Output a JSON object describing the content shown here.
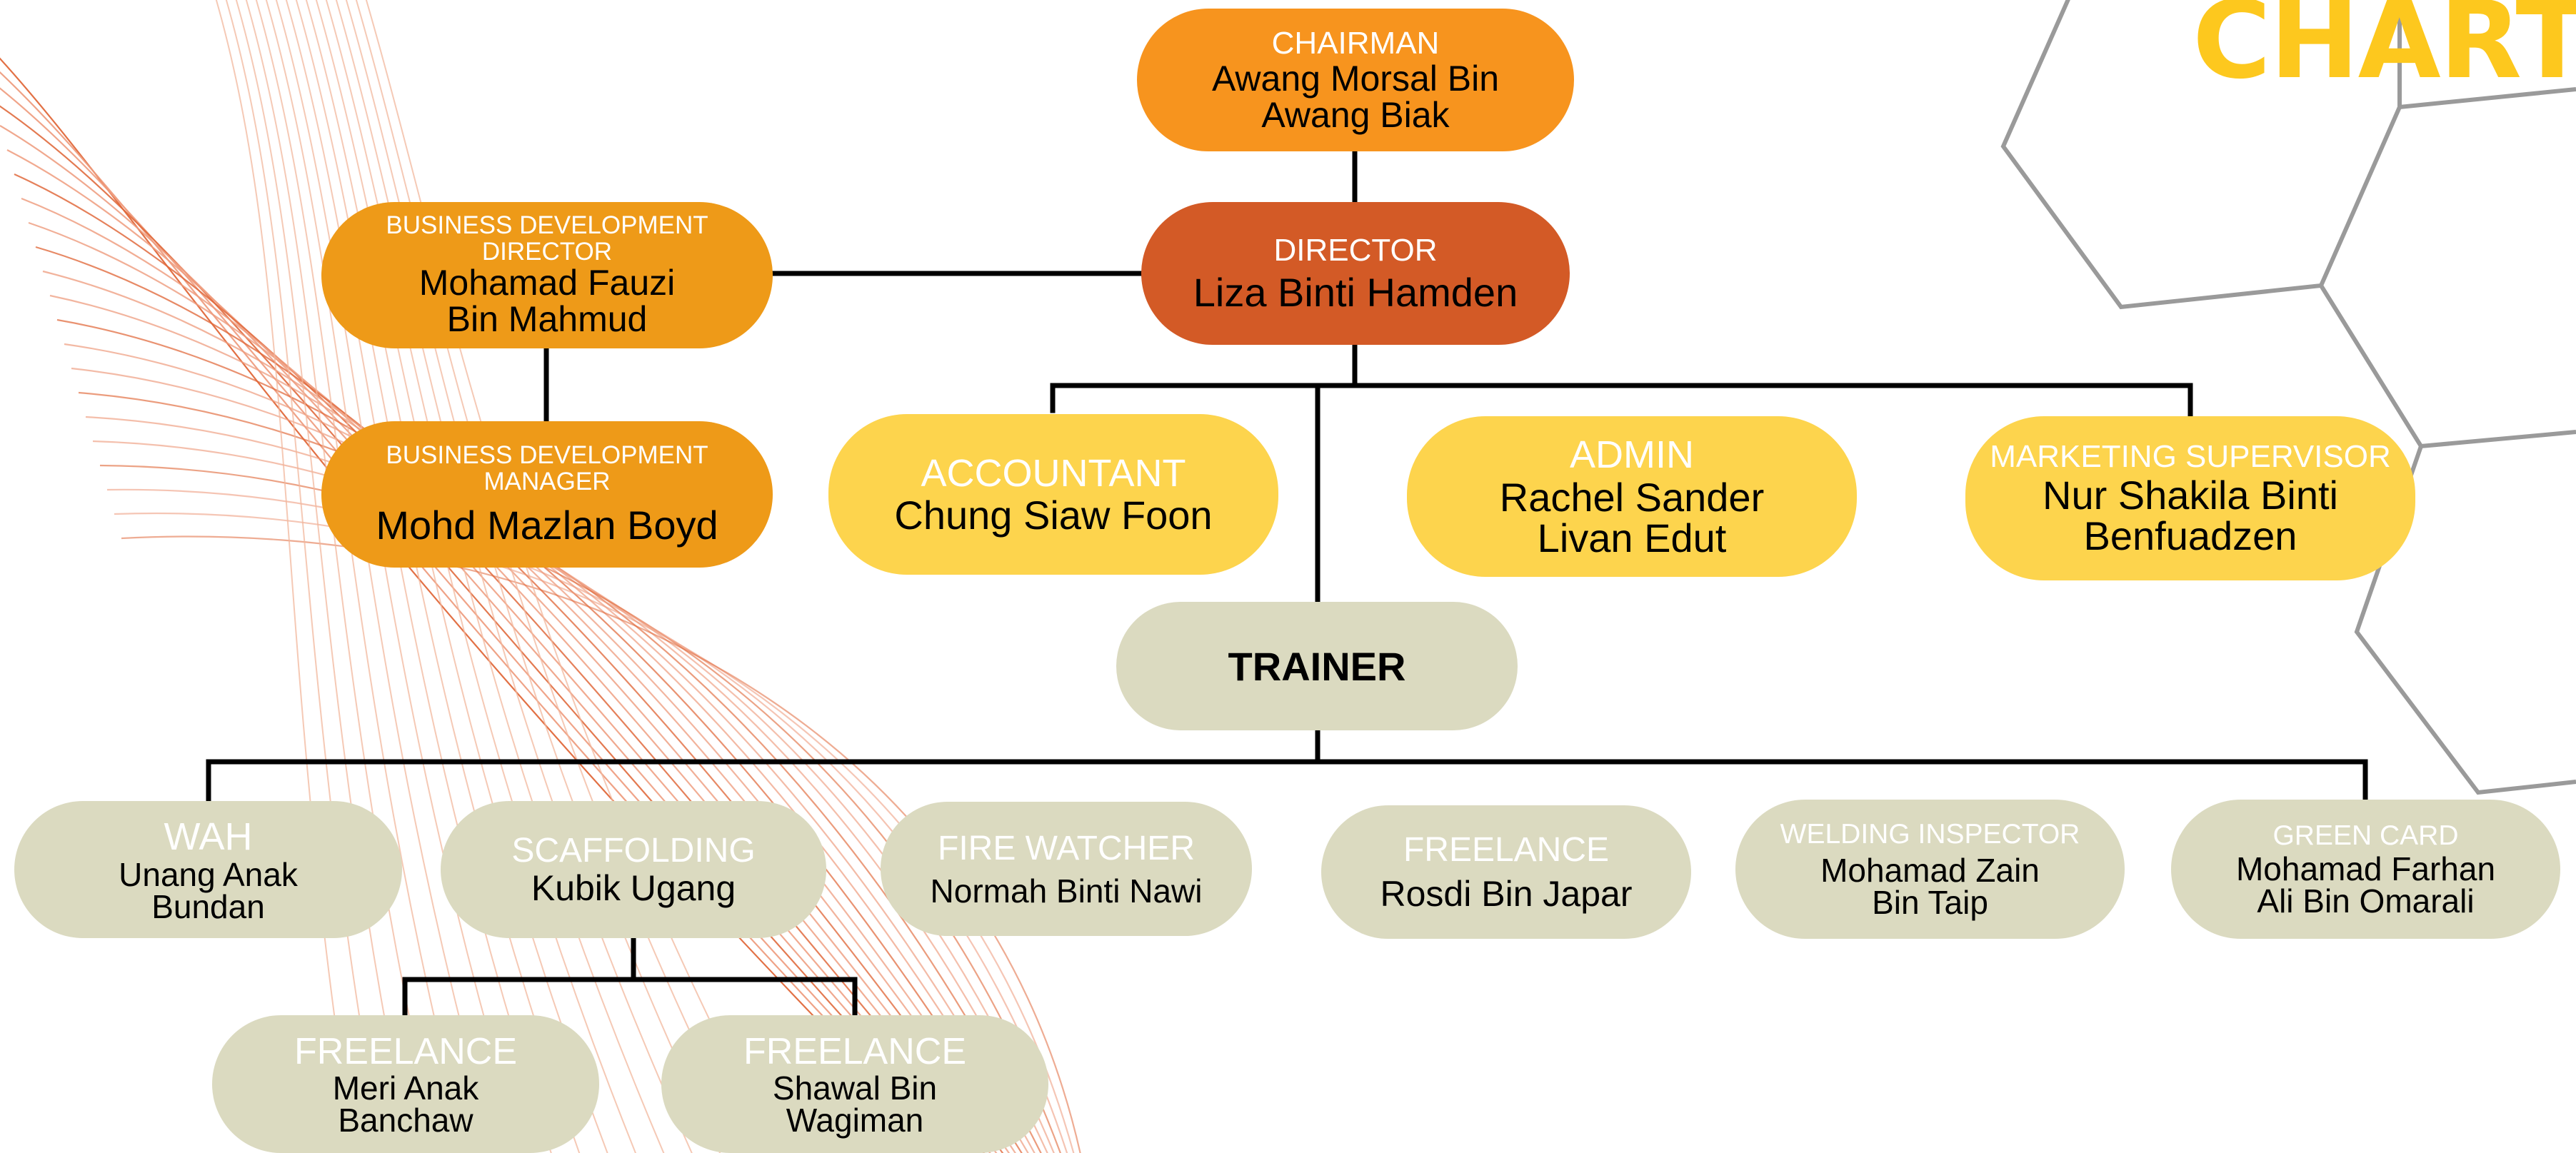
{
  "title": "CHART",
  "colors": {
    "title": "#fdc81e",
    "chairman": "#f7941e",
    "director": "#d35a26",
    "business_dev": "#ee9a18",
    "support": "#fdd44d",
    "trainer": "#dbdac0",
    "connector": "#000000"
  },
  "chart_nodes": {
    "chairman": {
      "role": "CHAIRMAN",
      "name": "Awang Morsal Bin\nAwang Biak"
    },
    "director": {
      "role": "DIRECTOR",
      "name": "Liza Binti Hamden"
    },
    "bd_director": {
      "role": "BUSINESS DEVELOPMENT\nDIRECTOR",
      "name": "Mohamad Fauzi\nBin Mahmud"
    },
    "bd_manager": {
      "role": "BUSINESS DEVELOPMENT\nMANAGER",
      "name": "Mohd Mazlan Boyd"
    },
    "accountant": {
      "role": "ACCOUNTANT",
      "name": "Chung Siaw Foon"
    },
    "admin": {
      "role": "ADMIN",
      "name": "Rachel Sander\nLivan Edut"
    },
    "marketing": {
      "role": "MARKETING SUPERVISOR",
      "name": "Nur Shakila Binti\nBenfuadzen"
    },
    "trainer": {
      "role": "TRAINER"
    },
    "wah": {
      "role": "WAH",
      "name": "Unang Anak\nBundan"
    },
    "scaffolding": {
      "role": "SCAFFOLDING",
      "name": "Kubik Ugang"
    },
    "fire_watcher": {
      "role": "FIRE WATCHER",
      "name": "Normah Binti Nawi"
    },
    "freelance_1": {
      "role": "FREELANCE",
      "name": "Rosdi Bin Japar"
    },
    "welding": {
      "role": "WELDING INSPECTOR",
      "name": "Mohamad Zain\nBin Taip"
    },
    "green_card": {
      "role": "GREEN CARD",
      "name": "Mohamad Farhan\nAli Bin Omarali"
    },
    "freelance_2": {
      "role": "FREELANCE",
      "name": "Meri Anak\nBanchaw"
    },
    "freelance_3": {
      "role": "FREELANCE",
      "name": "Shawal Bin\nWagiman"
    }
  }
}
